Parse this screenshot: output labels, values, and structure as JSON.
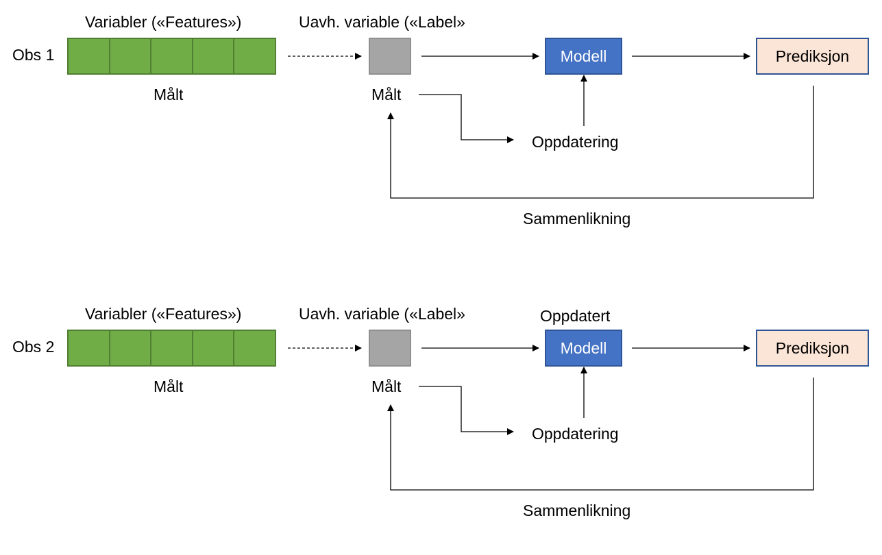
{
  "panels": [
    {
      "obs_label": "Obs 1",
      "features_title": "Variabler («Features»)",
      "label_title": "Uavh. variable («Label»",
      "features_measured": "Målt",
      "label_measured": "Målt",
      "model_caption": "",
      "model": "Modell",
      "prediction": "Prediksjon",
      "update": "Oppdatering",
      "comparison": "Sammenlikning"
    },
    {
      "obs_label": "Obs 2",
      "features_title": "Variabler («Features»)",
      "label_title": "Uavh. variable («Label»",
      "features_measured": "Målt",
      "label_measured": "Målt",
      "model_caption": "Oppdatert",
      "model": "Modell",
      "prediction": "Prediksjon",
      "update": "Oppdatering",
      "comparison": "Sammenlikning"
    }
  ],
  "colors": {
    "features_fill": "#70ad47",
    "features_border": "#507e32",
    "label_fill": "#a5a5a5",
    "model_fill": "#4472c4",
    "prediction_fill": "#fbe5d6",
    "box_border": "#2f5597"
  }
}
